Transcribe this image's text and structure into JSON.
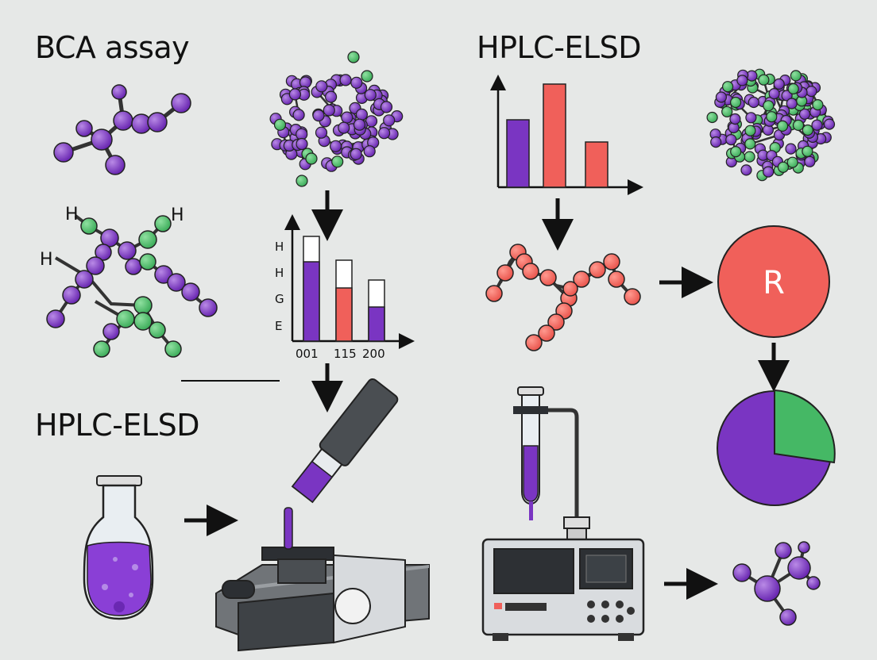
{
  "titles": {
    "bca": "BCA assay",
    "hplc_top": "HPLC-ELSD",
    "hplc_bottom": "HPLC-ELSD"
  },
  "molecule_labels": {
    "h1": "H",
    "h2": "H",
    "h3": "H"
  },
  "mid_chart": {
    "y_labels": [
      "H",
      "H",
      "G",
      "E"
    ],
    "x_labels": [
      "001",
      "115",
      "200"
    ]
  },
  "circle_label": "R",
  "colors": {
    "purple": "#7a35c2",
    "green": "#45b865",
    "red": "#f0605a",
    "background": "#e6e8e7",
    "outline": "#1a1a1a"
  },
  "icons": [
    "arrow-icon",
    "flask-icon",
    "test-tube-icon",
    "pie-icon",
    "instrument-icon",
    "microscope-icon"
  ]
}
